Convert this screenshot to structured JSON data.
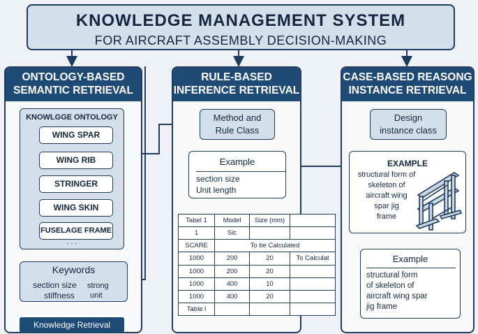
{
  "title": {
    "line1": "KNOWLEDGE MANAGEMENT SYSTEM",
    "line2": "FOR AIRCRAFT ASSEMBLY DECISION-MAKING"
  },
  "left": {
    "header1": "ONTOLOGY-BASED",
    "header2": "SEMANTIC RETRIEVAL",
    "ontology_title": "KNOWLGGE ONTOLOGY",
    "items": [
      "WING SPAR",
      "WING RIB",
      "STRINGER",
      "WING SKIN",
      "FUSELAGE FRAME"
    ],
    "ellipsis": "· · ·",
    "keywords_title": "Keywords",
    "kw1": "section size",
    "kw2": "strong",
    "kw3": "stiffness",
    "kw4": "unit",
    "footer": "Knowledge Retrieval"
  },
  "middle": {
    "header1": "RULE-BASED",
    "header2": "INFERENCE RETRIEVAL",
    "method1": "Method and",
    "method2": "Rule Class",
    "example_title": "Example",
    "ex1": "section size",
    "ex2": "Unit length",
    "table": {
      "r0": [
        "Tabel 1",
        "Model",
        "Size (mm)",
        ""
      ],
      "r1": [
        "1",
        "Sic",
        "",
        ""
      ],
      "r2a": "SCARE",
      "r2b": "To be Calculated",
      "r3": [
        "1000",
        "200",
        "20",
        "To Calculat"
      ],
      "r4": [
        "1000",
        "200",
        "20",
        ""
      ],
      "r5": [
        "1000",
        "400",
        "10",
        ""
      ],
      "r6": [
        "1000",
        "400",
        "20",
        ""
      ],
      "r7": [
        "Table l",
        "",
        "",
        ""
      ]
    }
  },
  "right": {
    "header1": "CASE-BASED REASONG",
    "header2": "INSTANCE RETRIEVAL",
    "design1": "Design",
    "design2": "instance class",
    "example1_title": "EXAMPLE",
    "example1_lines": [
      "structural form of",
      "skeleton of",
      "aircraft wing",
      "spar jig",
      "frame"
    ],
    "example2_title": "Example",
    "example2_lines": [
      "structural form",
      "of skeleton of",
      "aircraft wing spar",
      "jig frame"
    ]
  }
}
